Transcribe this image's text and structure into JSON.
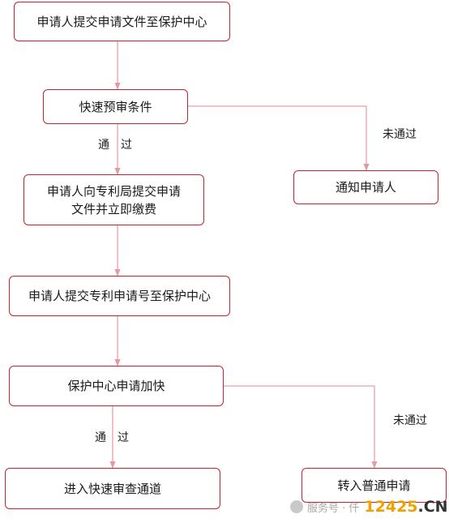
{
  "nodes": {
    "submit_to_center": "申请人提交申请文件至保护中心",
    "quick_precheck": "快速预审条件",
    "submit_to_patent_office": [
      "申请人向专利局提交申请",
      "文件并立即缴费"
    ],
    "notify_applicant": "通知申请人",
    "submit_number_to_center": "申请人提交专利申请号至保护中心",
    "center_expedite": "保护中心申请加快",
    "enter_fast_track": "进入快速审查通道",
    "convert_to_normal": "转入普通申请"
  },
  "edges": {
    "passed_1": "通　过",
    "failed_1": "未通过",
    "passed_2": "通　过",
    "failed_2": "未通过"
  },
  "watermark": {
    "prefix": "服务号 · 仟",
    "number": "12425",
    "dot": ".",
    "suffix": "CN"
  },
  "colors": {
    "box_border": "#c0262b",
    "arrow": "#e8a0a6"
  }
}
